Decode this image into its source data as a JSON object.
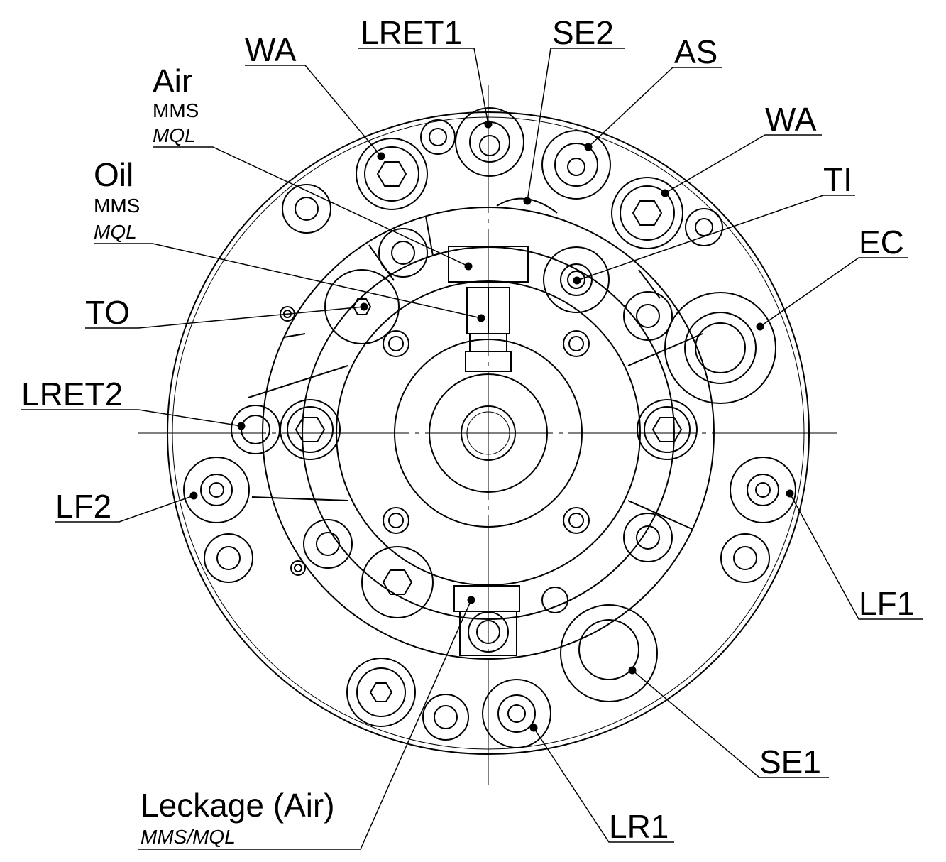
{
  "labels": {
    "lret1": "LRET1",
    "se2": "SE2",
    "as": "AS",
    "wa_top": "WA",
    "wa_right": "WA",
    "ti": "TI",
    "ec": "EC",
    "air": "Air",
    "air_mms": "MMS",
    "air_mql": "MQL",
    "oil": "Oil",
    "oil_mms": "MMS",
    "oil_mql": "MQL",
    "to": "TO",
    "lret2": "LRET2",
    "lf2": "LF2",
    "lf1": "LF1",
    "se1": "SE1",
    "lr1": "LR1",
    "leckage": "Leckage (Air)",
    "leckage_sub": "MMS/MQL"
  },
  "colors": {
    "ink": "#000000",
    "background": "#ffffff"
  }
}
